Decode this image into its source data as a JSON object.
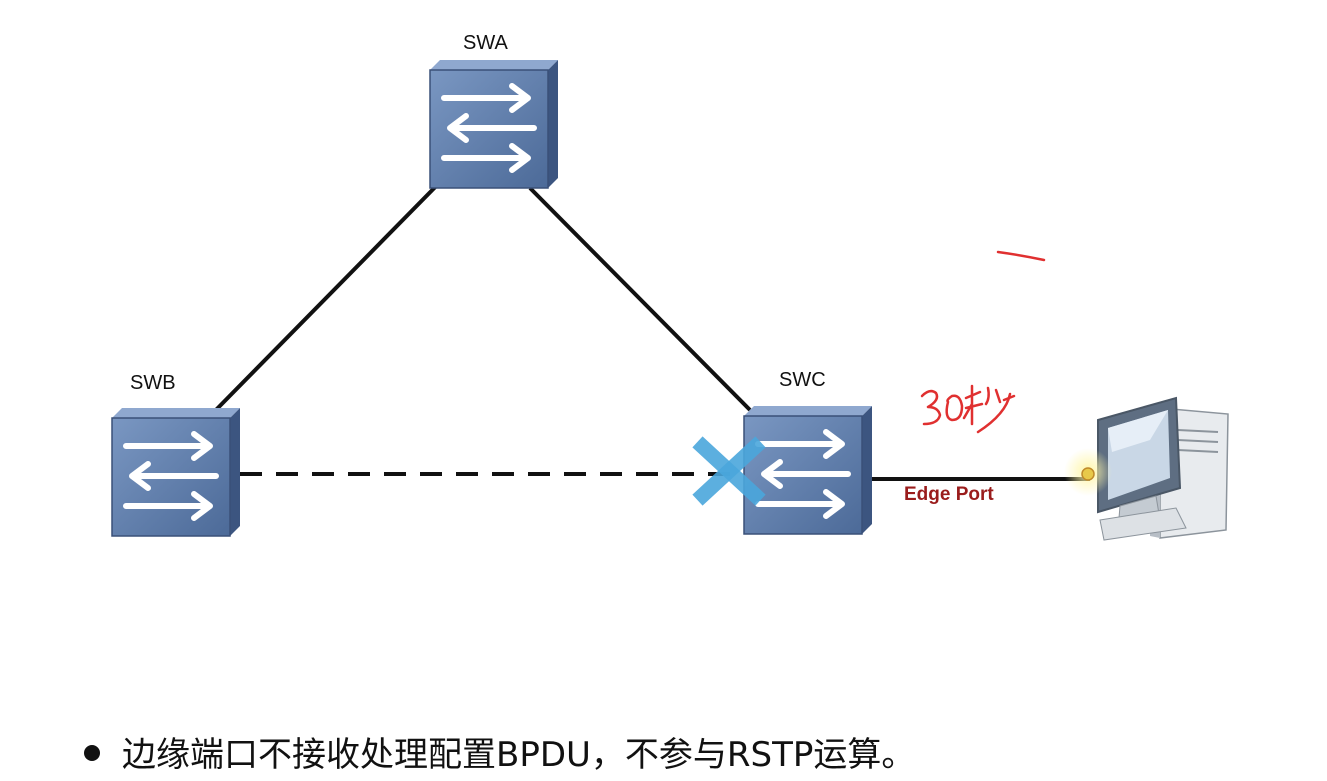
{
  "nodes": {
    "swa": {
      "label": "SWA"
    },
    "swb": {
      "label": "SWB"
    },
    "swc": {
      "label": "SWC"
    }
  },
  "edge_port_label": "Edge Port",
  "annotation_text": "30秒",
  "bullet_text": "边缘端口不接收处理配置BPDU，不参与RSTP运算。",
  "colors": {
    "switch_face": "#5d7ba8",
    "switch_dark": "#3c5580",
    "blocked_x": "#4aa6dc",
    "edge_label": "#9a1c1c",
    "handwriting": "#e03030"
  },
  "icons": [
    "switch-icon",
    "pc-icon",
    "blocked-port-icon"
  ]
}
